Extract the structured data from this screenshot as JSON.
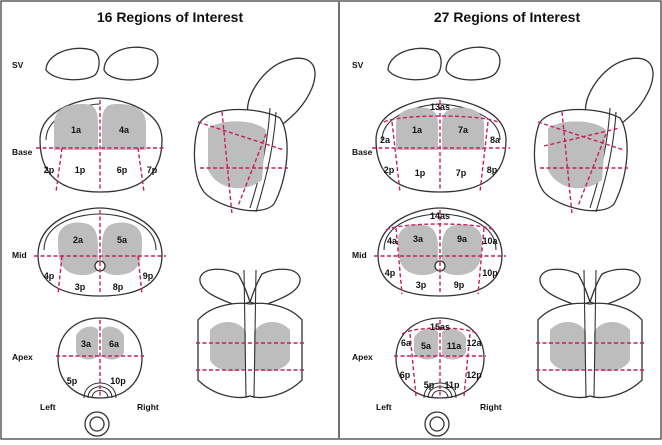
{
  "panels": {
    "left": {
      "title": "16 Regions of Interest",
      "rows": [
        "SV",
        "Base",
        "Mid",
        "Apex"
      ],
      "base_labels": [
        "1a",
        "4a",
        "2p",
        "1p",
        "6p",
        "7p"
      ],
      "mid_labels": [
        "2a",
        "5a",
        "4p",
        "3p",
        "8p",
        "9p"
      ],
      "apex_labels": [
        "3a",
        "6a",
        "5p",
        "10p"
      ],
      "left_text": "Left",
      "right_text": "Right"
    },
    "right": {
      "title": "27 Regions of Interest",
      "rows": [
        "SV",
        "Base",
        "Mid",
        "Apex"
      ],
      "base_labels": [
        "13as",
        "2a",
        "1a",
        "7a",
        "8a",
        "2p",
        "1p",
        "7p",
        "8p"
      ],
      "mid_labels": [
        "14as",
        "4a",
        "3a",
        "9a",
        "10a",
        "4p",
        "3p",
        "9p",
        "10p"
      ],
      "apex_labels": [
        "15as",
        "6a",
        "5a",
        "11a",
        "12a",
        "6p",
        "5p",
        "11p",
        "12p"
      ],
      "left_text": "Left",
      "right_text": "Right"
    }
  },
  "colors": {
    "zone": "#bdbdbd",
    "dashed": "#c81e63",
    "outline": "#333333"
  }
}
